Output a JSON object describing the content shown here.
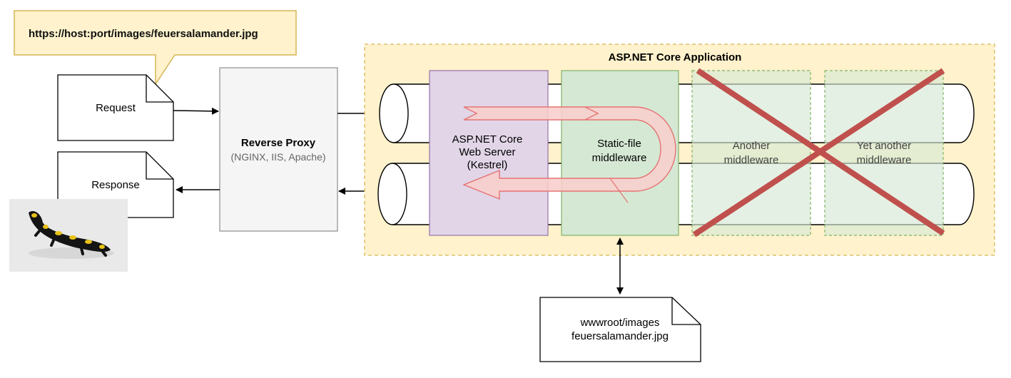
{
  "callout": {
    "url": "https://host:port/images/feuersalamander.jpg"
  },
  "request_doc": {
    "label": "Request"
  },
  "response_doc": {
    "label": "Response"
  },
  "reverse_proxy": {
    "title": "Reverse Proxy",
    "subtitle": "(NGINX, IIS, Apache)"
  },
  "app": {
    "title": "ASP.NET Core Application"
  },
  "kestrel": {
    "line1": "ASP.NET Core",
    "line2": "Web Server",
    "line3": "(Kestrel)"
  },
  "static_mw": {
    "line1": "Static-file",
    "line2": "middleware"
  },
  "another_mw": {
    "line1": "Another",
    "line2": "middleware",
    "status": "crossed-out"
  },
  "yet_another_mw": {
    "line1": "Yet another",
    "line2": "middleware",
    "status": "crossed-out"
  },
  "file_doc": {
    "line1": "wwwroot/images",
    "line2": "feuersalamander.jpg"
  },
  "photo": {
    "subject": "fire salamander"
  },
  "colors": {
    "callout_fill": "#fff2cc",
    "callout_stroke": "#d6b656",
    "app_fill": "#fff2cc",
    "app_stroke": "#d6b656",
    "kestrel_fill": "#e1d5e7",
    "kestrel_stroke": "#9673a6",
    "middleware_fill": "#d5e8d4",
    "middleware_stroke": "#82b366",
    "flow_arrow_fill": "#f8cecc",
    "flow_arrow_stroke": "#e57373",
    "cross": "#c0504d",
    "proxy_fill": "#f5f5f5"
  }
}
